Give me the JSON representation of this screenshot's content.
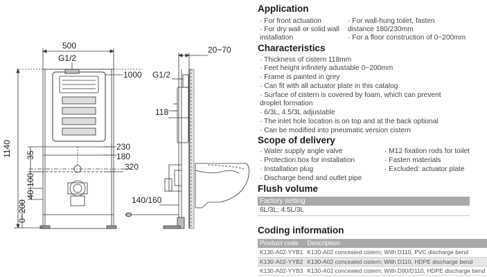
{
  "drawing": {
    "dims": {
      "width_500": "500",
      "inlet_g12": "G1/2",
      "h_1000": "1000",
      "h_1140": "1140",
      "h_230": "230",
      "h_180": "180",
      "h_35": "35",
      "h_320": "320",
      "h_100": "100",
      "h_40": "40",
      "h_0_200": "0~200",
      "d_20_70": "20~70",
      "side_g12": "G1/2",
      "d_118": "118",
      "d_140_160": "140/160",
      "zero": "0"
    }
  },
  "application": {
    "title": "Application",
    "left": [
      "· For front actuation",
      "· For dry wall or solid wall",
      "  installation"
    ],
    "right": [
      "· For wall-hung toilet, fasten",
      "  distance 180/230mm",
      "· For a floor construction of  0~200mm"
    ]
  },
  "characteristics": {
    "title": "Characteristics",
    "items": [
      "· Thickness of cistern 118mm",
      "· Feet height infinitely adustable 0~200mm",
      "· Frame is painted in grey",
      "· Can fit with all actuator plate in this catalog",
      "· Surface of cistern is covered by foam, which can prevent",
      "  droplet formation",
      "· 6/3L, 4.5/3L adjustable",
      "· The inlet hole location is on top and at the back optional",
      "· Can be modified into pneumatic version cistern"
    ]
  },
  "scope": {
    "title": "Scope of delivery",
    "left": [
      "· Water supply angle valve",
      "· Protection box for installation",
      "· Installation plug",
      "· Discharge bend and outlet pipe"
    ],
    "right": [
      "· M12 fixation rods for toilet",
      "· Fasten materials",
      "· Excluded: actuator plate"
    ]
  },
  "flush": {
    "title": "Flush volume",
    "header": "Factory setting",
    "value": "6L/3L; 4.5L/3L"
  },
  "coding": {
    "title": "Coding information",
    "headers": [
      "Product code",
      "Description"
    ],
    "rows": [
      {
        "code": "K130-A02-YYB1",
        "desc": "K130-A02 concealed cistern; With D110, PVC discharge bend"
      },
      {
        "code": "K130-A02-YYB2",
        "desc": "K130-A02 concealed cistern; With D110, HDPE discharge bend"
      },
      {
        "code": "K130-A02-YYB3",
        "desc": "K130-A02 concealed cistern; With D90/D110, HDPE discharge bend"
      }
    ]
  }
}
